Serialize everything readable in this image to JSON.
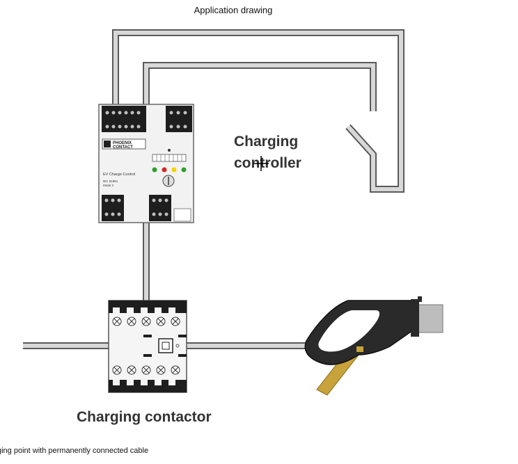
{
  "title": "Application drawing",
  "controller": {
    "label_line1": "Charging",
    "label_line2": "controller",
    "logo_text_1": "PHOENIX",
    "logo_text_2": "CONTACT",
    "device_name": "EV Charge Control",
    "device_model": "IEC 61851",
    "device_mode": "Mode 3",
    "leds": [
      "#2ca02c",
      "#d62728",
      "#f2d400",
      "#2ca02c"
    ]
  },
  "contactor": {
    "label": "Charging contactor"
  },
  "caption": "ging point with permanently connected cable",
  "colors": {
    "cable_outer": "#5a5a5a",
    "cable_inner": "#d8d8d8",
    "connector_body": "#2a2a2a",
    "connector_handle": "#c8a23a",
    "plug_gray": "#bdbdbd"
  }
}
